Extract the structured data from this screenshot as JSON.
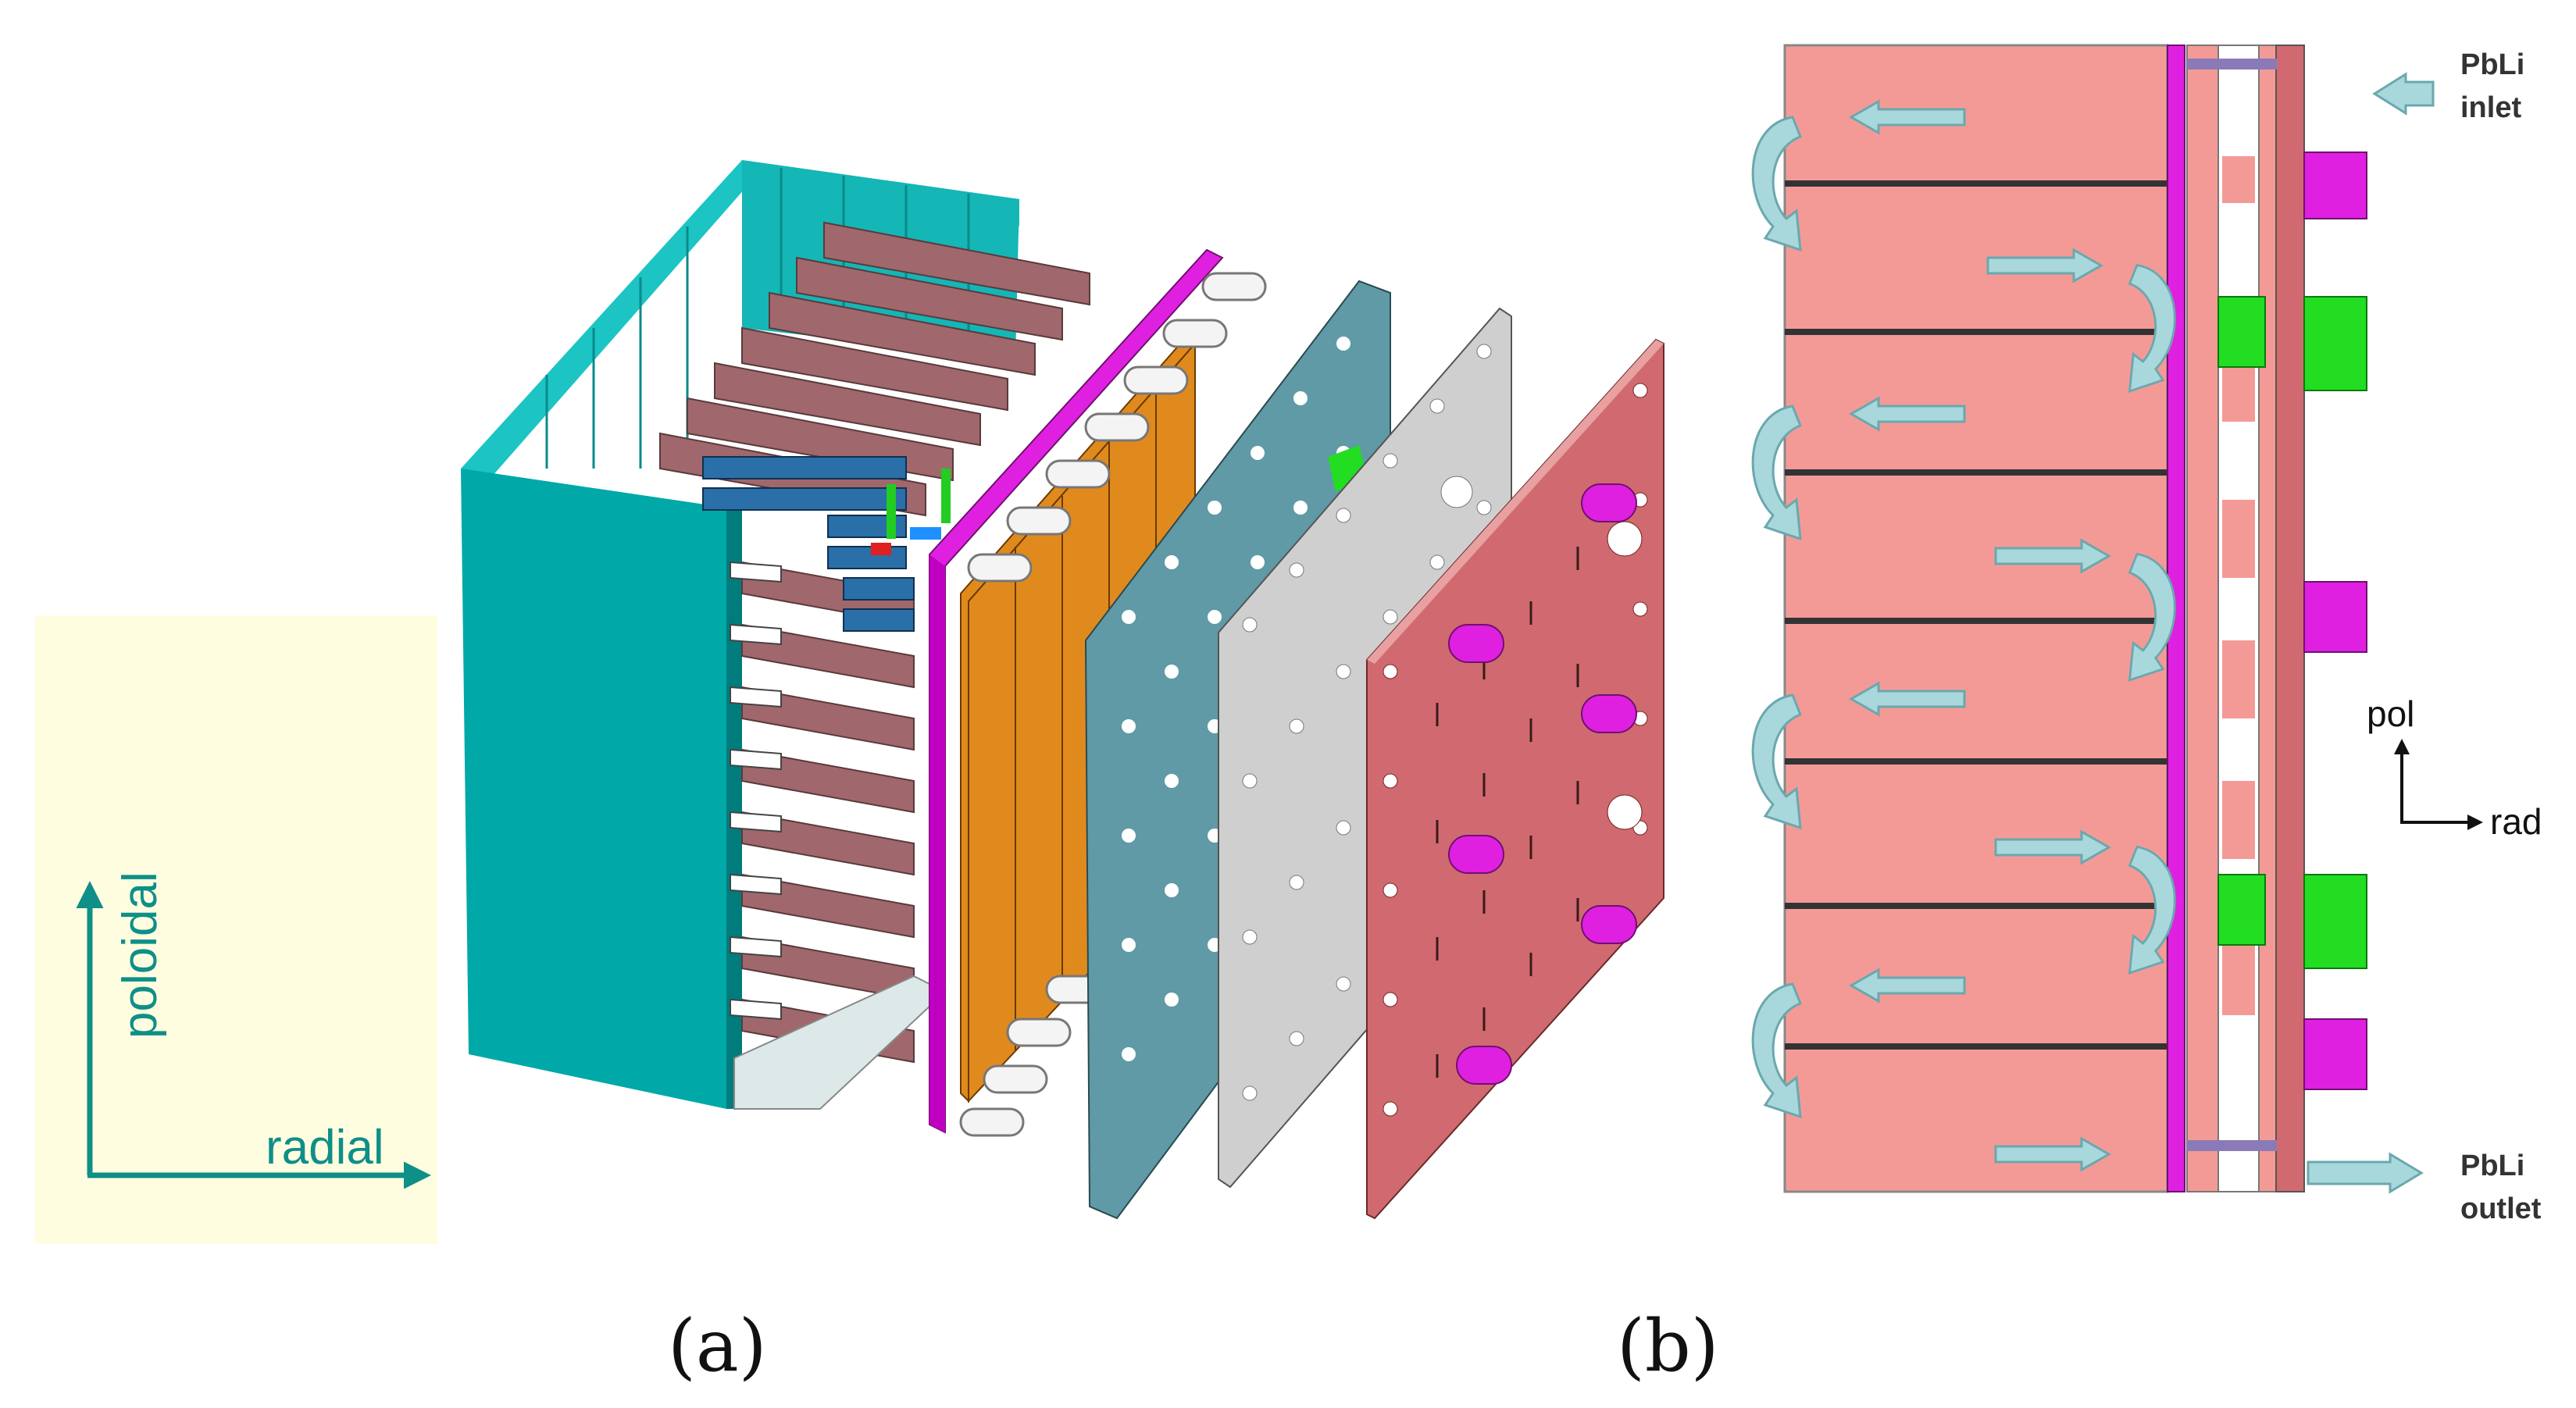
{
  "panel_a": {
    "caption": "(a)",
    "axis_vertical_label": "poloidal",
    "axis_horizontal_label": "radial"
  },
  "panel_b": {
    "caption": "(b)",
    "inlet_line1": "PbLi",
    "inlet_line2": "inlet",
    "outlet_line1": "PbLi",
    "outlet_line2": "outlet",
    "dir_vertical": "pol",
    "dir_horizontal": "rad"
  },
  "colors": {
    "teal_box": "#00a8a8",
    "brown_plates": "#a0686c",
    "magenta": "#e020e0",
    "orange": "#e08a1e",
    "steel_plate": "#5f9aa6",
    "grey_plate": "#cfcfcf",
    "red_plate": "#d06a70",
    "pink_channel": "#f49a96",
    "green": "#22dd22",
    "flow_arrow": "#a8d8dc",
    "axis_teal": "#0e8f88",
    "legend_bg": "#fffde0"
  },
  "icons": [
    "flow-arrow",
    "u-turn-arrow",
    "pipe-stub"
  ]
}
